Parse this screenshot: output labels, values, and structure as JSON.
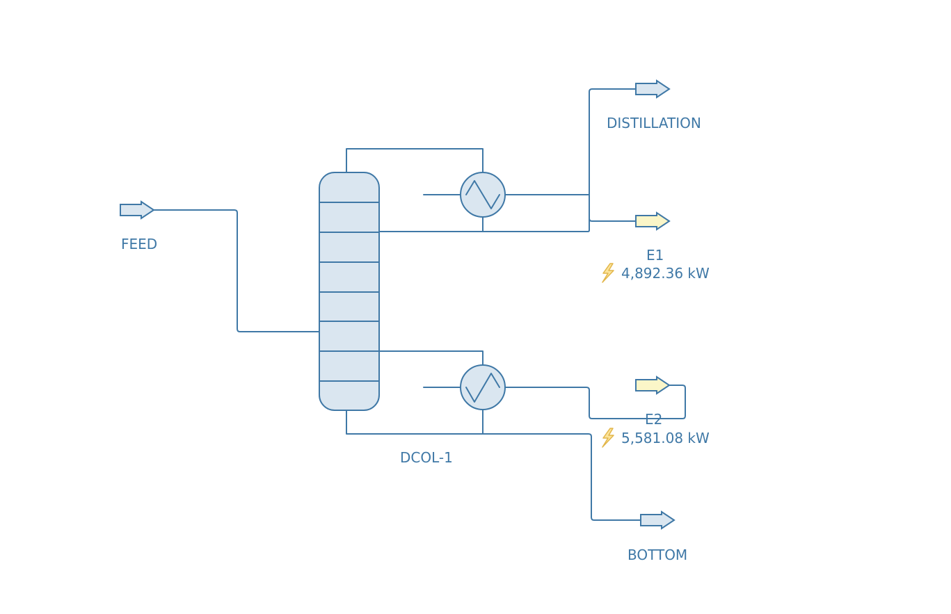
{
  "diagram": {
    "streams": {
      "feed": "FEED",
      "distillation": "DISTILLATION",
      "bottom": "BOTTOM"
    },
    "unit": {
      "column": "DCOL-1"
    },
    "energy": {
      "e1": {
        "name": "E1",
        "value": "4,892.36 kW"
      },
      "e2": {
        "name": "E2",
        "value": "5,581.08 kW"
      }
    },
    "colors": {
      "line": "#3f78a6",
      "equipment_fill": "#dae6f0",
      "energy_stream_fill": "#fbf6c8",
      "bolt": "#fbe39a"
    }
  }
}
